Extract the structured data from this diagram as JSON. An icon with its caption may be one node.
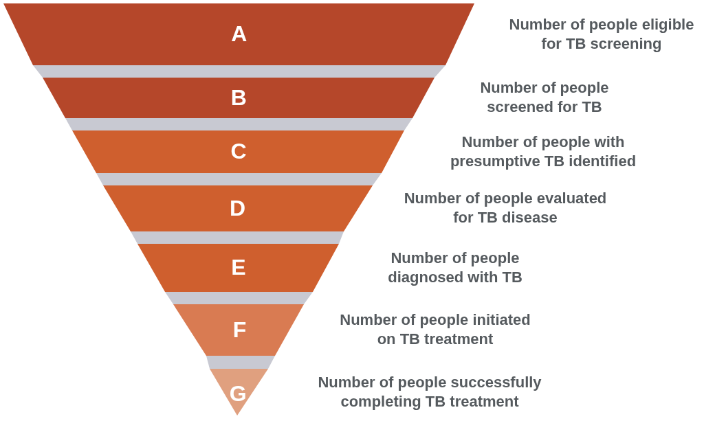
{
  "diagram": {
    "nodes": [
      {
        "text": [
          "A"
        ]
      },
      {
        "text": [],
        "shape": "bar"
      },
      {
        "text": [
          "B"
        ]
      },
      {
        "text": [],
        "shape": "bar"
      },
      {
        "text": [
          "C"
        ]
      },
      {
        "text": [],
        "shape": "bar"
      },
      {
        "text": [
          "D"
        ]
      },
      {
        "text": [],
        "shape": "bar"
      },
      {
        "text": [
          "E"
        ]
      },
      {
        "text": [],
        "shape": "bar"
      },
      {
        "text": [
          "F"
        ]
      },
      {
        "text": [],
        "shape": "bar"
      },
      {
        "text": [
          "G"
        ]
      }
    ],
    "labels": [
      "Number of people eligible for TB screening",
      "Number of people screened for TB",
      "Number of people with presumptive TB identified",
      "Number of people evaluated for TB disease",
      "Number of people diagnosed with TB",
      "Number of people initiated on TB treatment",
      "Number of people successfully completing TB treatment"
    ]
  }
}
